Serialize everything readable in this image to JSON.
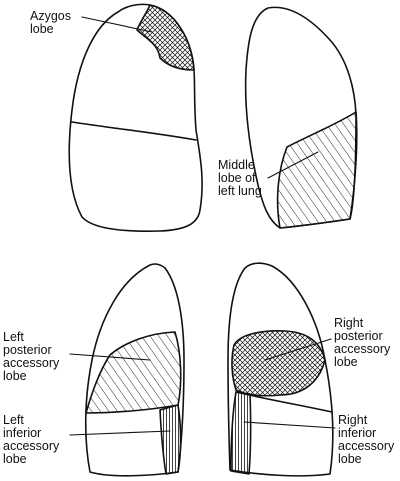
{
  "labels": {
    "azygos": [
      "Azygos",
      "lobe"
    ],
    "middle": [
      "Middle",
      "lobe of",
      "left lung"
    ],
    "left_posterior": [
      "Left",
      "posterior",
      "accessory",
      "lobe"
    ],
    "left_inferior": [
      "Left",
      "inferior",
      "accessory",
      "lobe"
    ],
    "right_posterior": [
      "Right",
      "posterior",
      "accessory",
      "lobe"
    ],
    "right_inferior": [
      "Right",
      "inferior",
      "accessory",
      "lobe"
    ]
  },
  "colors": {
    "stroke": "#111111",
    "fill": "#ffffff"
  }
}
